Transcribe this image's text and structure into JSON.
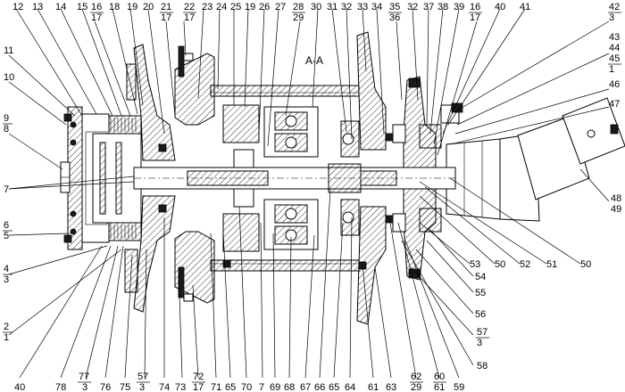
{
  "section_label": "A-A",
  "labels": {
    "t12": "12",
    "t13": "13",
    "t14": "14",
    "t15": "15",
    "t16a": "16",
    "t16b": "17",
    "t18": "18",
    "t19": "19",
    "t20": "20",
    "t21a": "21",
    "t21b": "17",
    "t22a": "22",
    "t22b": "17",
    "t23": "23",
    "t24": "24",
    "t25": "25",
    "t19b": "19",
    "t26": "26",
    "t27": "27",
    "t28a": "28",
    "t28b": "29",
    "t30": "30",
    "t31": "31",
    "t32": "32",
    "t33": "33",
    "t34": "34",
    "t35a": "35",
    "t35b": "36",
    "t32b": "32",
    "t37": "37",
    "t38": "38",
    "t39": "39",
    "t16c": "16",
    "t16d": "17",
    "t40": "40",
    "t41": "41",
    "t42a": "42",
    "t42b": "3",
    "t43a": "43",
    "t43b": "44",
    "t43c": "45",
    "t43d": "1",
    "t46": "46",
    "t47": "47",
    "t48a": "48",
    "t48b": "49",
    "t11": "11",
    "t10": "10",
    "t9a": "9",
    "t9b": "8",
    "t7": "7",
    "t6a": "6",
    "t6b": "5",
    "t4a": "4",
    "t4b": "3",
    "t2a": "2",
    "t2b": "1",
    "t53": "53",
    "t50a": "50",
    "t52": "52",
    "t51": "51",
    "t50b": "50",
    "t54": "54",
    "t55": "55",
    "t56": "56",
    "t57a": "57",
    "t57b": "3",
    "t58": "58",
    "b40": "40",
    "b78": "78",
    "b77a": "77",
    "b77b": "3",
    "b76": "76",
    "b75": "75",
    "b57a": "57",
    "b57b": "3",
    "b74": "74",
    "b73": "73",
    "b72a": "72",
    "b72b": "17",
    "b71": "71",
    "b65": "65",
    "b70": "70",
    "b7": "7",
    "b69": "69",
    "b68": "68",
    "b67": "67",
    "b66": "66",
    "b65b": "65",
    "b64": "64",
    "b61": "61",
    "b63": "63",
    "b62a": "62",
    "b62b": "29",
    "b60a": "60",
    "b60b": "61",
    "b59": "59"
  }
}
